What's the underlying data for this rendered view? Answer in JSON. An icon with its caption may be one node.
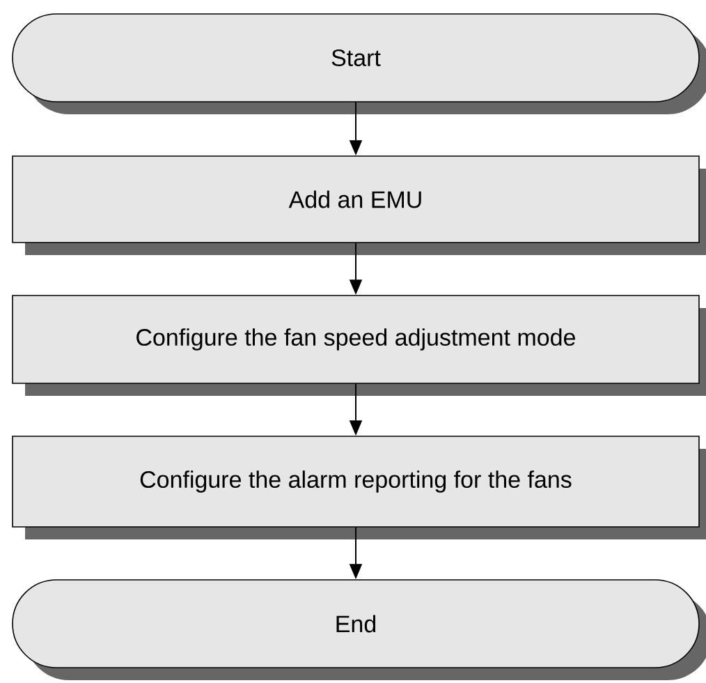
{
  "diagram": {
    "nodes": [
      {
        "text": [
          "Start"
        ]
      },
      {
        "text": [
          "Add an EMU"
        ]
      },
      {
        "text": [
          "Configure the fan speed adjustment mode"
        ]
      },
      {
        "text": [
          "Configure the alarm reporting for the fans"
        ]
      },
      {
        "text": [
          "End"
        ]
      }
    ],
    "edges": [
      {
        "from": 0,
        "to": 1,
        "arrow": "to"
      },
      {
        "from": 1,
        "to": 2,
        "arrow": "to"
      },
      {
        "from": 2,
        "to": 3,
        "arrow": "to"
      },
      {
        "from": 3,
        "to": 4,
        "arrow": "to"
      }
    ]
  }
}
